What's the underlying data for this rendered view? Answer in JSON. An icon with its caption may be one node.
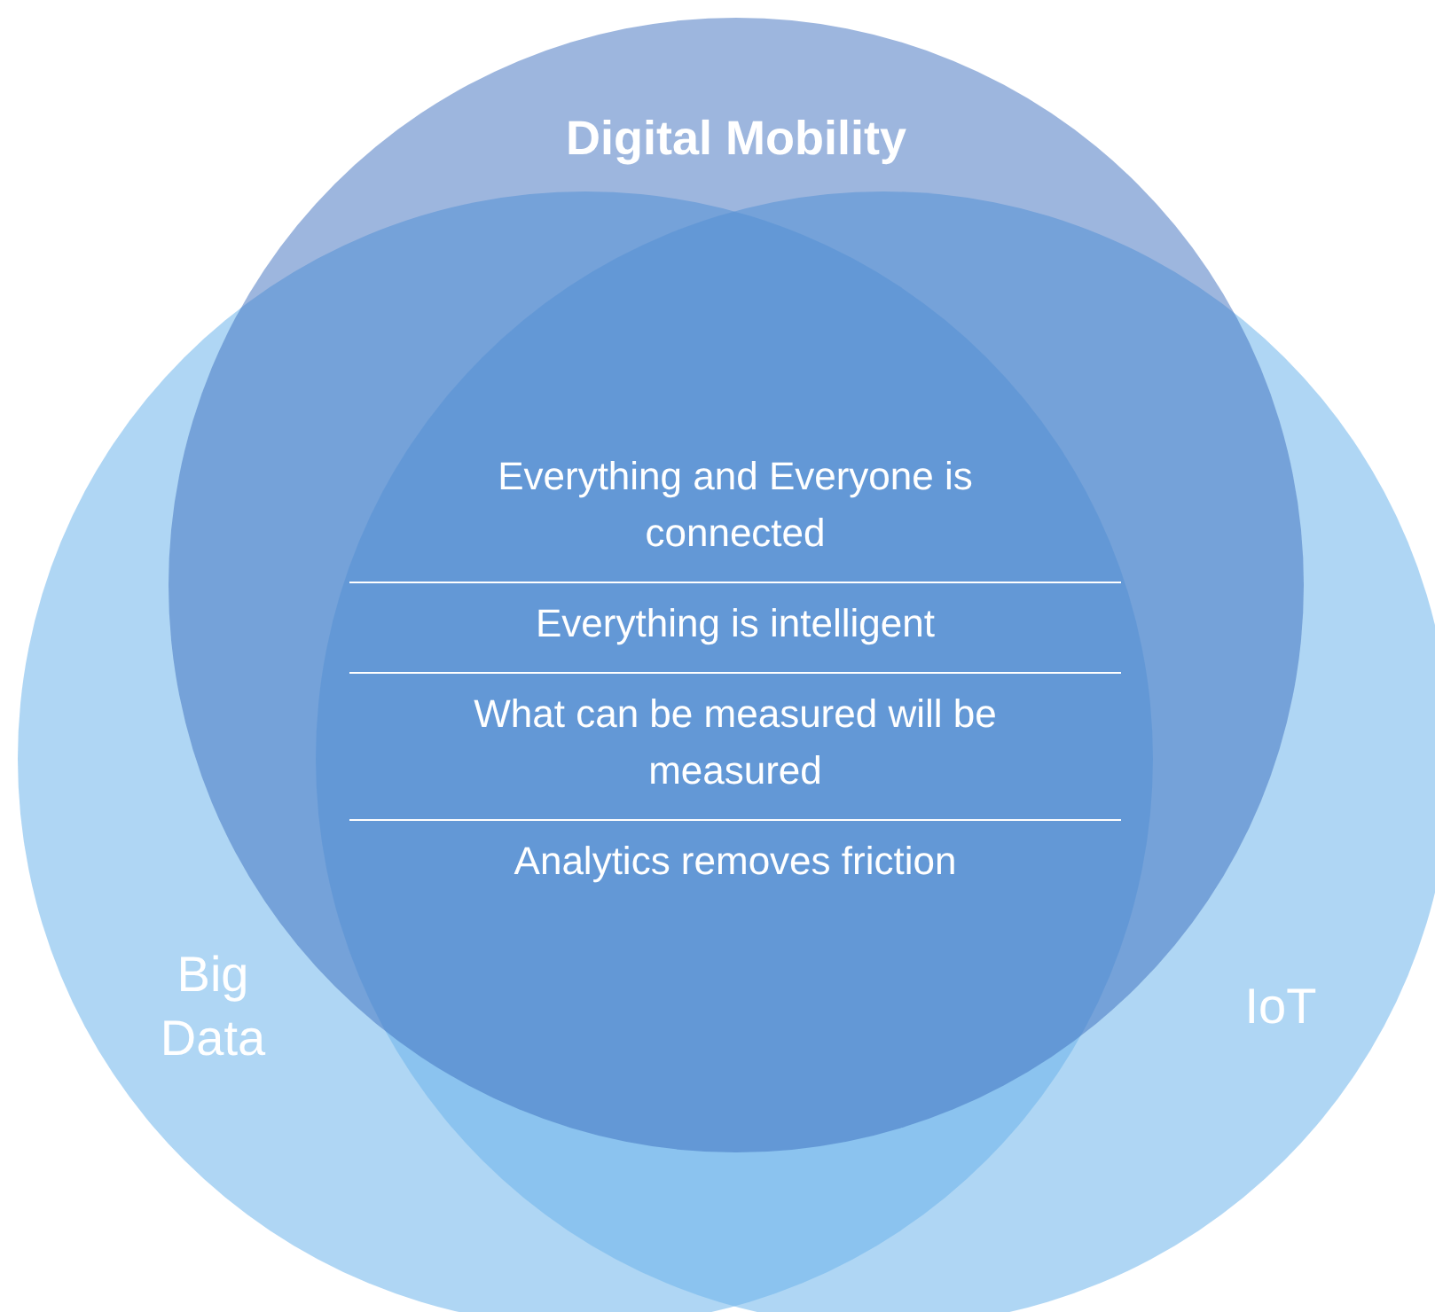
{
  "diagram": {
    "nodes": [
      {
        "text": [
          "Digital Mobility"
        ]
      },
      {
        "text": [
          "Big Data"
        ]
      },
      {
        "text": [
          "IoT"
        ]
      }
    ],
    "labels": [
      "Everything and Everyone is connected",
      "Everything is intelligent",
      "What can be measured will be measured",
      "Analytics removes friction"
    ]
  }
}
